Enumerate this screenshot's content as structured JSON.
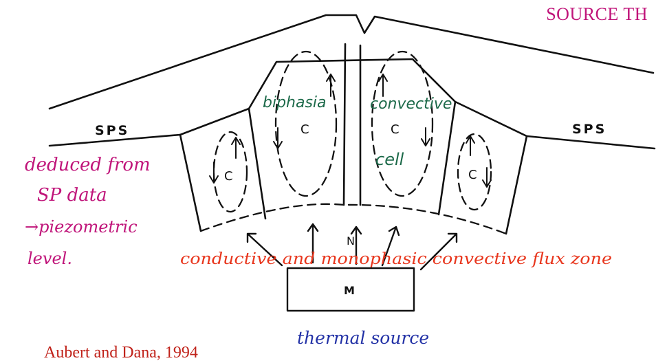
{
  "title": "SOURCE TH",
  "citation": "Aubert and Dana, 1994",
  "labels": {
    "sps_left": "SPS",
    "sps_right": "SPS",
    "cell_c_left": "C",
    "cell_c_center_left": "C",
    "cell_c_center_right": "C",
    "cell_c_right": "C",
    "zone_n": "N",
    "magma_m": "M"
  },
  "annotations": {
    "biphasic": "biphasia",
    "convective": "convective",
    "cell": "cell",
    "deduced_line1": "deduced from",
    "deduced_line2": "SP data",
    "deduced_line3": "→piezometric",
    "deduced_line4": "level.",
    "flux_zone": "conductive and monophasic convective flux zone",
    "thermal_source": "thermal source"
  },
  "colors": {
    "title": "#c0157a",
    "magenta_notes": "#c0157a",
    "green_notes": "#1d6a4a",
    "red_notes": "#e8361d",
    "blue_notes": "#2231a6",
    "ink": "#111111",
    "citation": "#c0221a"
  }
}
